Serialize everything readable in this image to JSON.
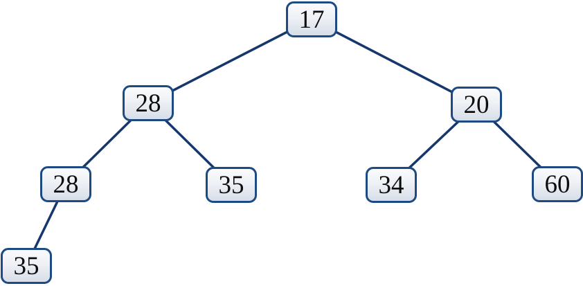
{
  "diagram": {
    "type": "binary-tree",
    "colors": {
      "edge": "#16376b",
      "node_border": "#1d4a82",
      "node_fill_top": "#fafbfd",
      "node_fill_bottom": "#d7dee9",
      "text": "#0d0d0d",
      "background": "#ffffff"
    },
    "nodes": [
      {
        "id": "root",
        "value": "17"
      },
      {
        "id": "l",
        "value": "28"
      },
      {
        "id": "r",
        "value": "20"
      },
      {
        "id": "ll",
        "value": "28"
      },
      {
        "id": "lr",
        "value": "35"
      },
      {
        "id": "rl",
        "value": "34"
      },
      {
        "id": "rr",
        "value": "60"
      },
      {
        "id": "lll",
        "value": "35"
      }
    ],
    "edges": [
      {
        "from": "root",
        "to": "l"
      },
      {
        "from": "root",
        "to": "r"
      },
      {
        "from": "l",
        "to": "ll"
      },
      {
        "from": "l",
        "to": "lr"
      },
      {
        "from": "r",
        "to": "rl"
      },
      {
        "from": "r",
        "to": "rr"
      },
      {
        "from": "ll",
        "to": "lll"
      }
    ],
    "edge_stroke_width": "3.5"
  }
}
